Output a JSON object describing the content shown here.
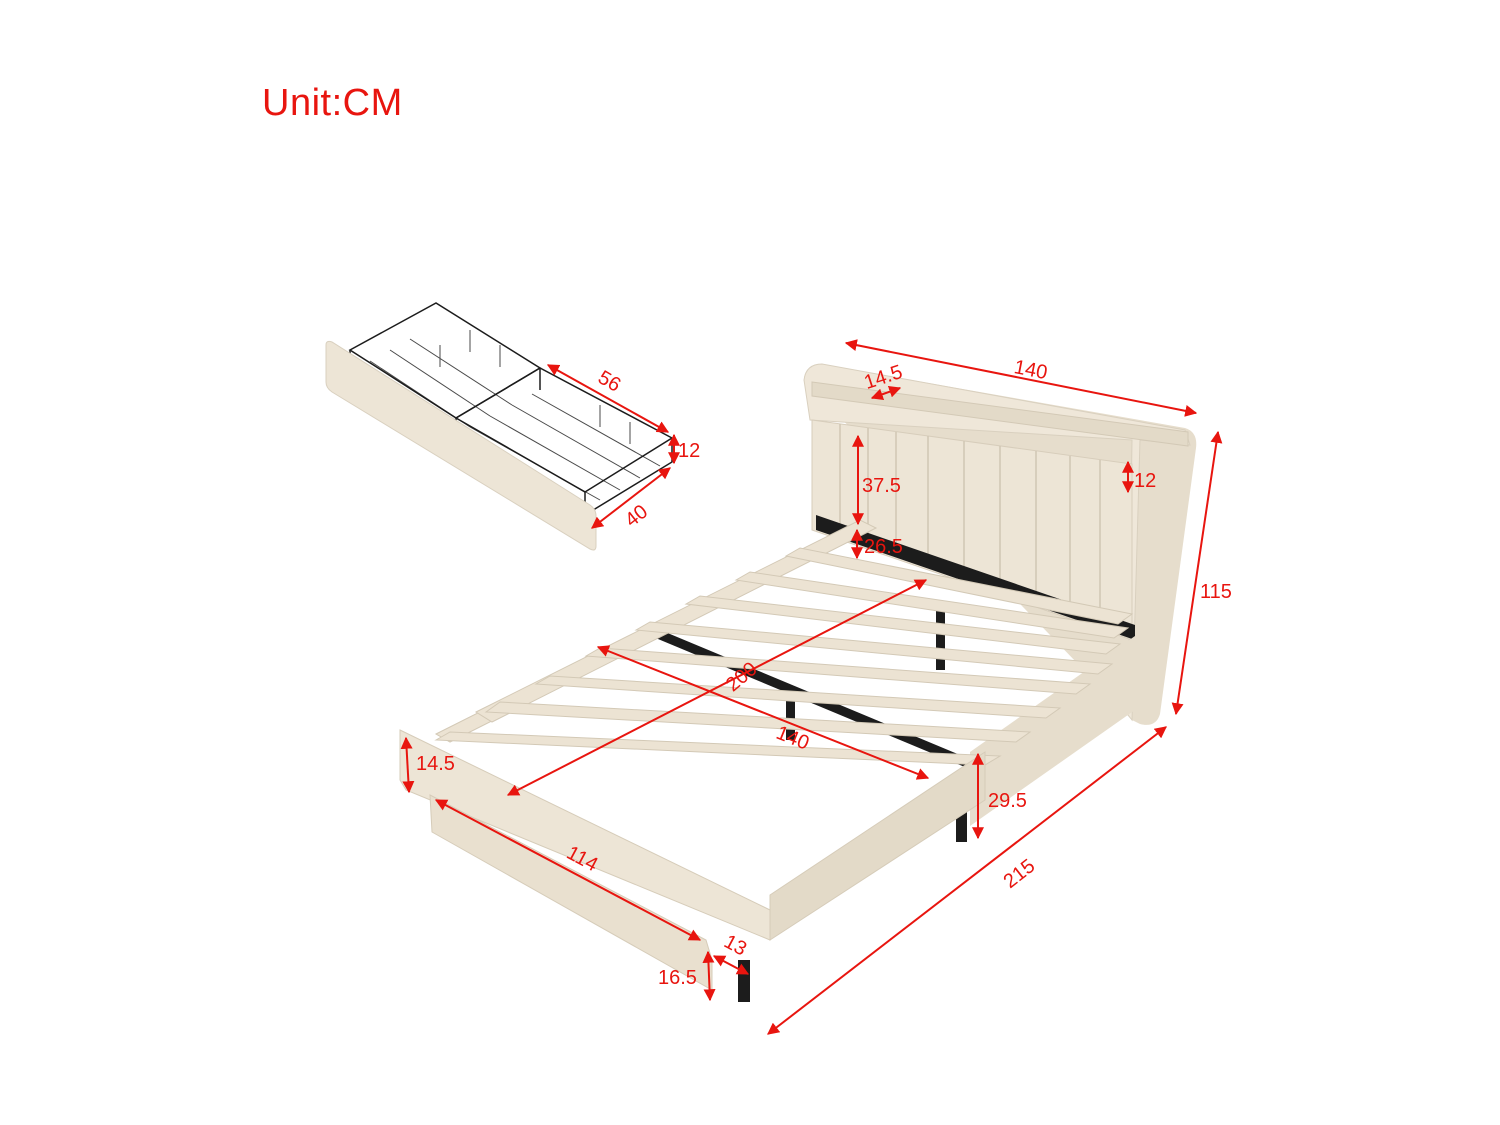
{
  "header": {
    "unit_label": "Unit:CM"
  },
  "colors": {
    "dimension": "#e8150f",
    "upholstery": "#ede5d6",
    "upholstery_shade": "#d9d0bf",
    "metal": "#1c1c1c"
  },
  "drawer": {
    "dimensions": {
      "length": "56",
      "height": "12",
      "width": "40"
    }
  },
  "bed": {
    "dimensions": {
      "headboard_width": "140",
      "shelf_depth": "14.5",
      "headboard_panel_height": "37.5",
      "shelf_gap_height": "12",
      "headboard_clearance": "26.5",
      "total_height": "115",
      "mattress_length": "200",
      "mattress_width": "140",
      "side_rail_height": "14.5",
      "floor_to_rail_top": "29.5",
      "total_length": "215",
      "drawer_front_length": "114",
      "drawer_front_depth": "13",
      "drawer_front_height": "16.5"
    }
  }
}
